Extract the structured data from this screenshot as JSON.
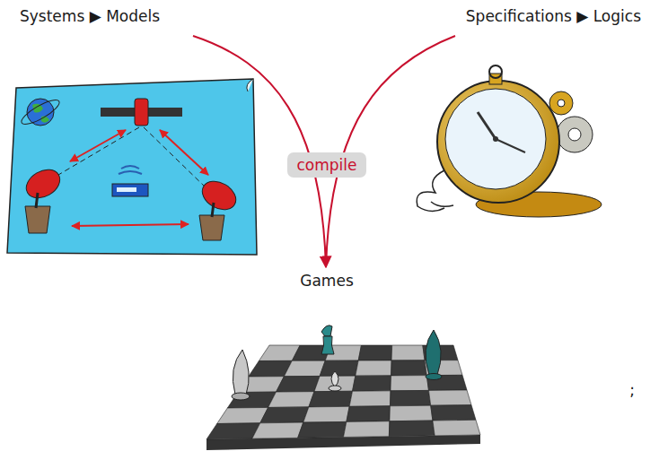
{
  "diagram": {
    "nodes": [
      {
        "text": [
          "compile"
        ]
      }
    ],
    "labels": [
      "Systems ▶ Models",
      "Specifications ▶ Logics",
      "Games",
      ";"
    ]
  }
}
